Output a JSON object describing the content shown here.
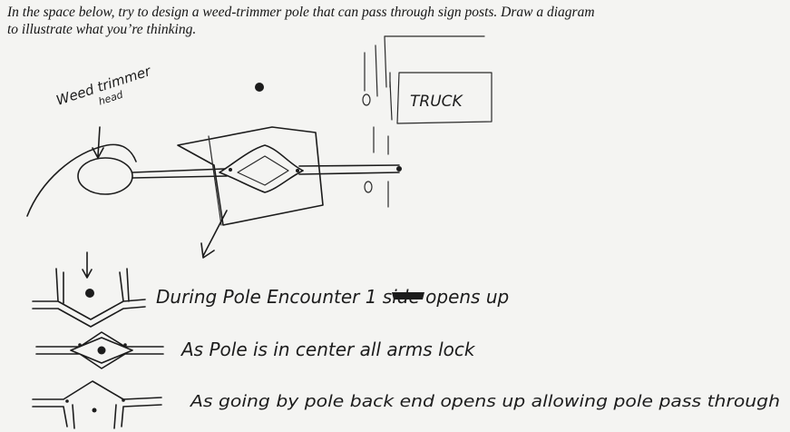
{
  "prompt": {
    "line1": "In the space below, try to design a weed-trimmer pole that can pass through sign posts. Draw a diagram",
    "line2": "to illustrate what you’re thinking."
  },
  "labels": {
    "weed_trimmer_head": [
      "Weed trimmer",
      "head"
    ],
    "truck": "TRUCK"
  },
  "steps": [
    "During Pole Encounter 1 side opens up",
    "As Pole is in center all arms lock",
    "As going by pole back end opens up allowing pole pass through"
  ]
}
